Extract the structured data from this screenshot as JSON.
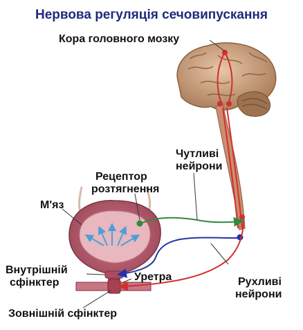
{
  "title": "Нервова регуляція сечовипускання",
  "labels": {
    "cortex": "Кора головного мозку",
    "sensory_line1": "Чутливі",
    "sensory_line2": "нейрони",
    "receptor_line1": "Рецептор",
    "receptor_line2": "розтягнення",
    "muscle": "М'яз",
    "internal_line1": "Внутрішній",
    "internal_line2": "сфінктер",
    "urethra": "Уретра",
    "motor_line1": "Рухливі",
    "motor_line2": "нейрони",
    "external": "Зовнішній сфінктер"
  },
  "colors": {
    "title": "#1f2a78",
    "sensory_pathway": "#2e8b3e",
    "motor_pathway": "#2233aa",
    "spinal_pathway": "#d32f2f",
    "brain": "#b98b6a",
    "bladder": "#b55a6a",
    "bladder_inner": "#e8b7bf",
    "arrows": "#4aa0d8"
  }
}
